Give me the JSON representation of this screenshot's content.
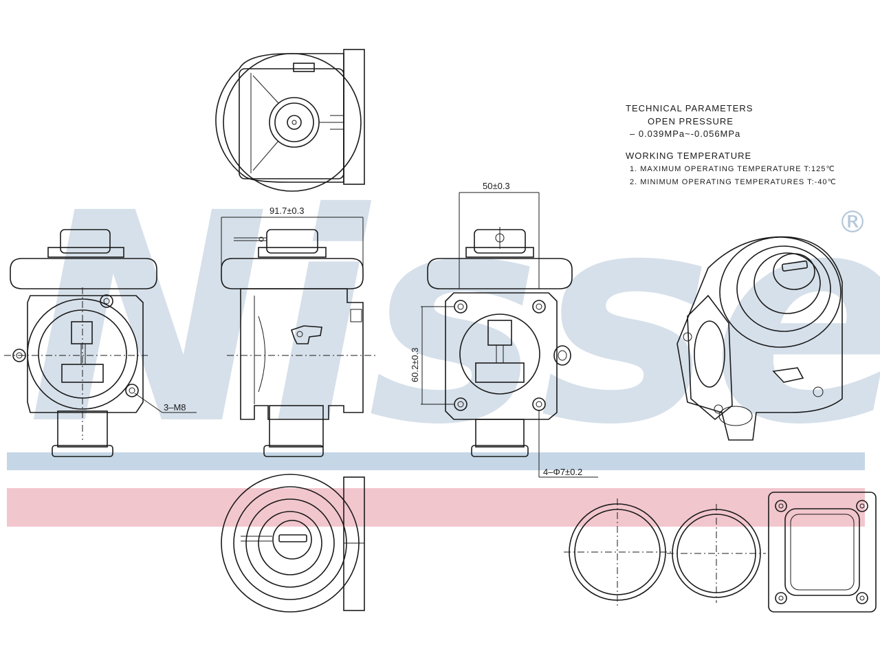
{
  "brand": {
    "watermark": "Nissens",
    "registered_mark": "®",
    "blue_stripe_color": "#c5d6e6",
    "red_stripe_color": "#f2c6cd",
    "watermark_color": "#b5c8da"
  },
  "technical_parameters": {
    "heading": "TECHNICAL PARAMETERS",
    "open_pressure_label": "OPEN PRESSURE",
    "open_pressure_value": "–  0.039MPa~-0.056MPa"
  },
  "working_temperature": {
    "heading": "WORKING TEMPERATURE",
    "items": [
      "1.  MAXIMUM OPERATING TEMPERATURE T:125℃",
      "2.  MINIMUM OPERATING TEMPERATURES T:-40℃"
    ]
  },
  "dimensions": {
    "width_top": "50±0.3",
    "width_side": "91.7±0.3",
    "height_front": "60.2±0.3",
    "thread_callout": "3–M8",
    "hole_callout": "4–Φ7±0.2"
  }
}
